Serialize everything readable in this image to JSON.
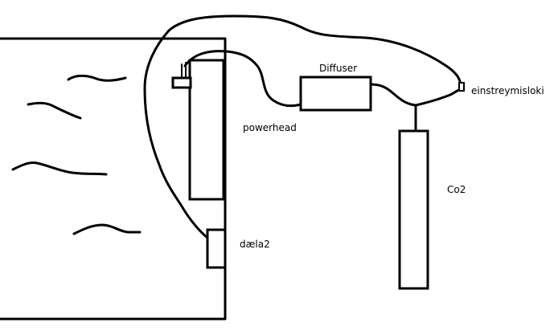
{
  "labels": {
    "diffuser": "Diffuser",
    "powerhead": "powerhead",
    "check_valve": "einstreymisloki",
    "co2": "Co2",
    "pump": "dæla2"
  },
  "colors": {
    "ink": "#000000",
    "background": "#ffffff"
  }
}
